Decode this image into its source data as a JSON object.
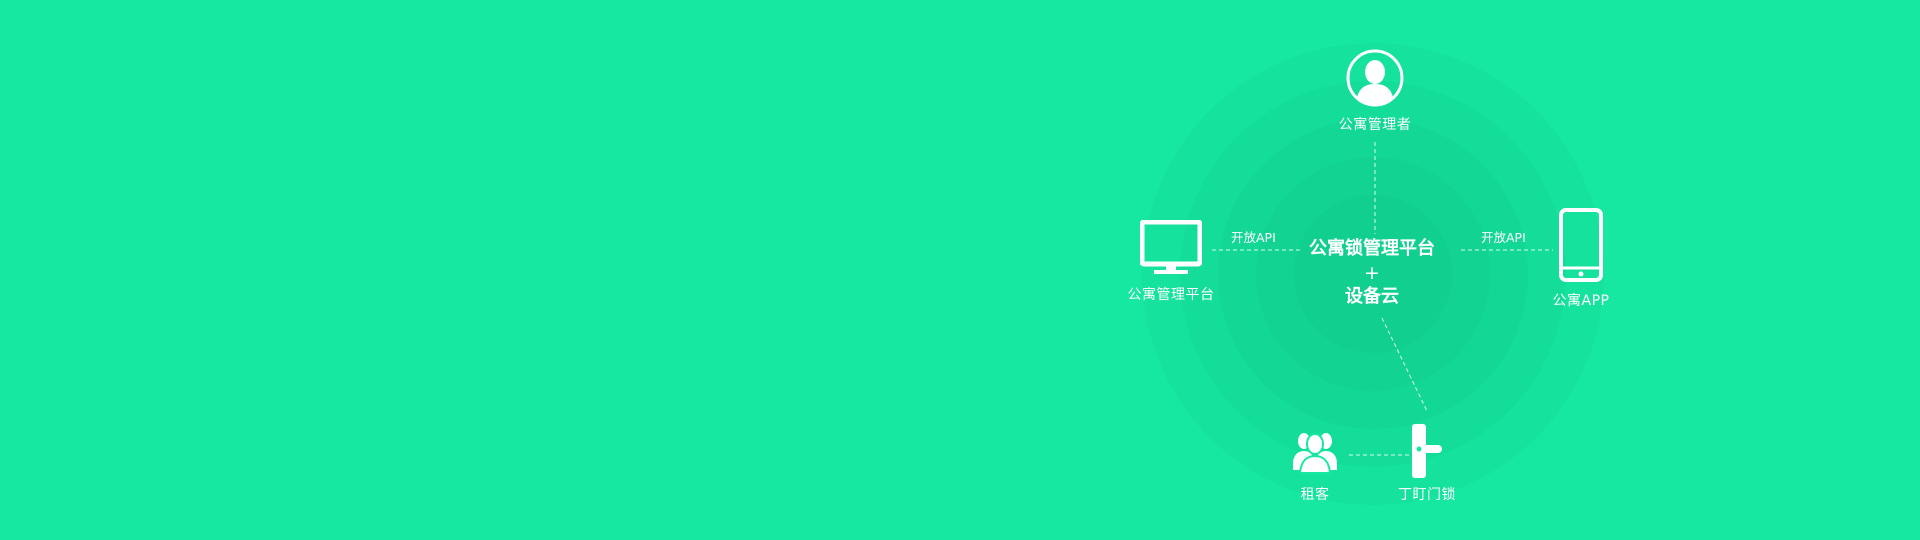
{
  "diagram": {
    "center": {
      "line1": "公寓锁管理平台",
      "plus": "+",
      "line2": "设备云"
    },
    "nodes": {
      "manager": {
        "label": "公寓管理者",
        "icon": "person-icon"
      },
      "platform": {
        "label": "公寓管理平台",
        "icon": "monitor-icon"
      },
      "app": {
        "label": "公寓APP",
        "icon": "phone-icon"
      },
      "tenant": {
        "label": "租客",
        "icon": "people-icon"
      },
      "lock": {
        "label": "丁盯门锁",
        "icon": "door-lock-icon"
      }
    },
    "edges": {
      "left_label": "开放API",
      "right_label": "开放API"
    }
  },
  "colors": {
    "background": "#16e8a1",
    "foreground": "#ffffff"
  }
}
